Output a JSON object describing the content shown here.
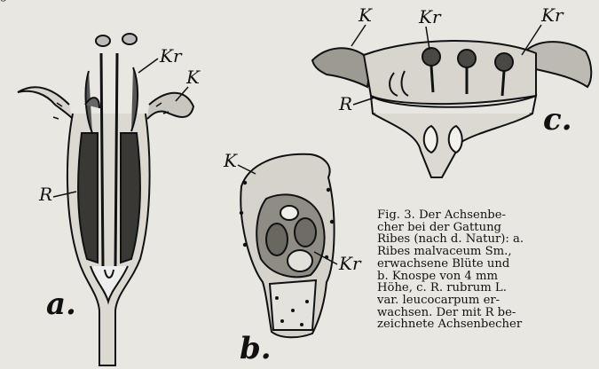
{
  "page": {
    "top_fragment": "g"
  },
  "figure": {
    "panels": {
      "a": {
        "letter": "a.",
        "labels": {
          "R": "R",
          "Kr": "Kr",
          "K": "K"
        }
      },
      "b": {
        "letter": "b.",
        "labels": {
          "K": "K",
          "Kr": "Kr"
        }
      },
      "c": {
        "letter": "c.",
        "labels": {
          "K": "K",
          "Kr1": "Kr",
          "Kr2": "Kr",
          "R": "R"
        }
      }
    }
  },
  "caption": {
    "lines": [
      "Fig. 3.   Der   Achsenbe-",
      "cher  bei  der  Gattung",
      "Ribes (nach d. Natur): a.",
      "Ribes   malvaceum   Sm.,",
      "erwachsene   Blüte   und",
      "b.   Knospe   von   4   mm",
      "Höhe, c.  R. rubrum  L.",
      "var.   leucocarpum   er-",
      "wachsen. Der mit R be-",
      "zeichnete  Achsenbecher"
    ]
  }
}
